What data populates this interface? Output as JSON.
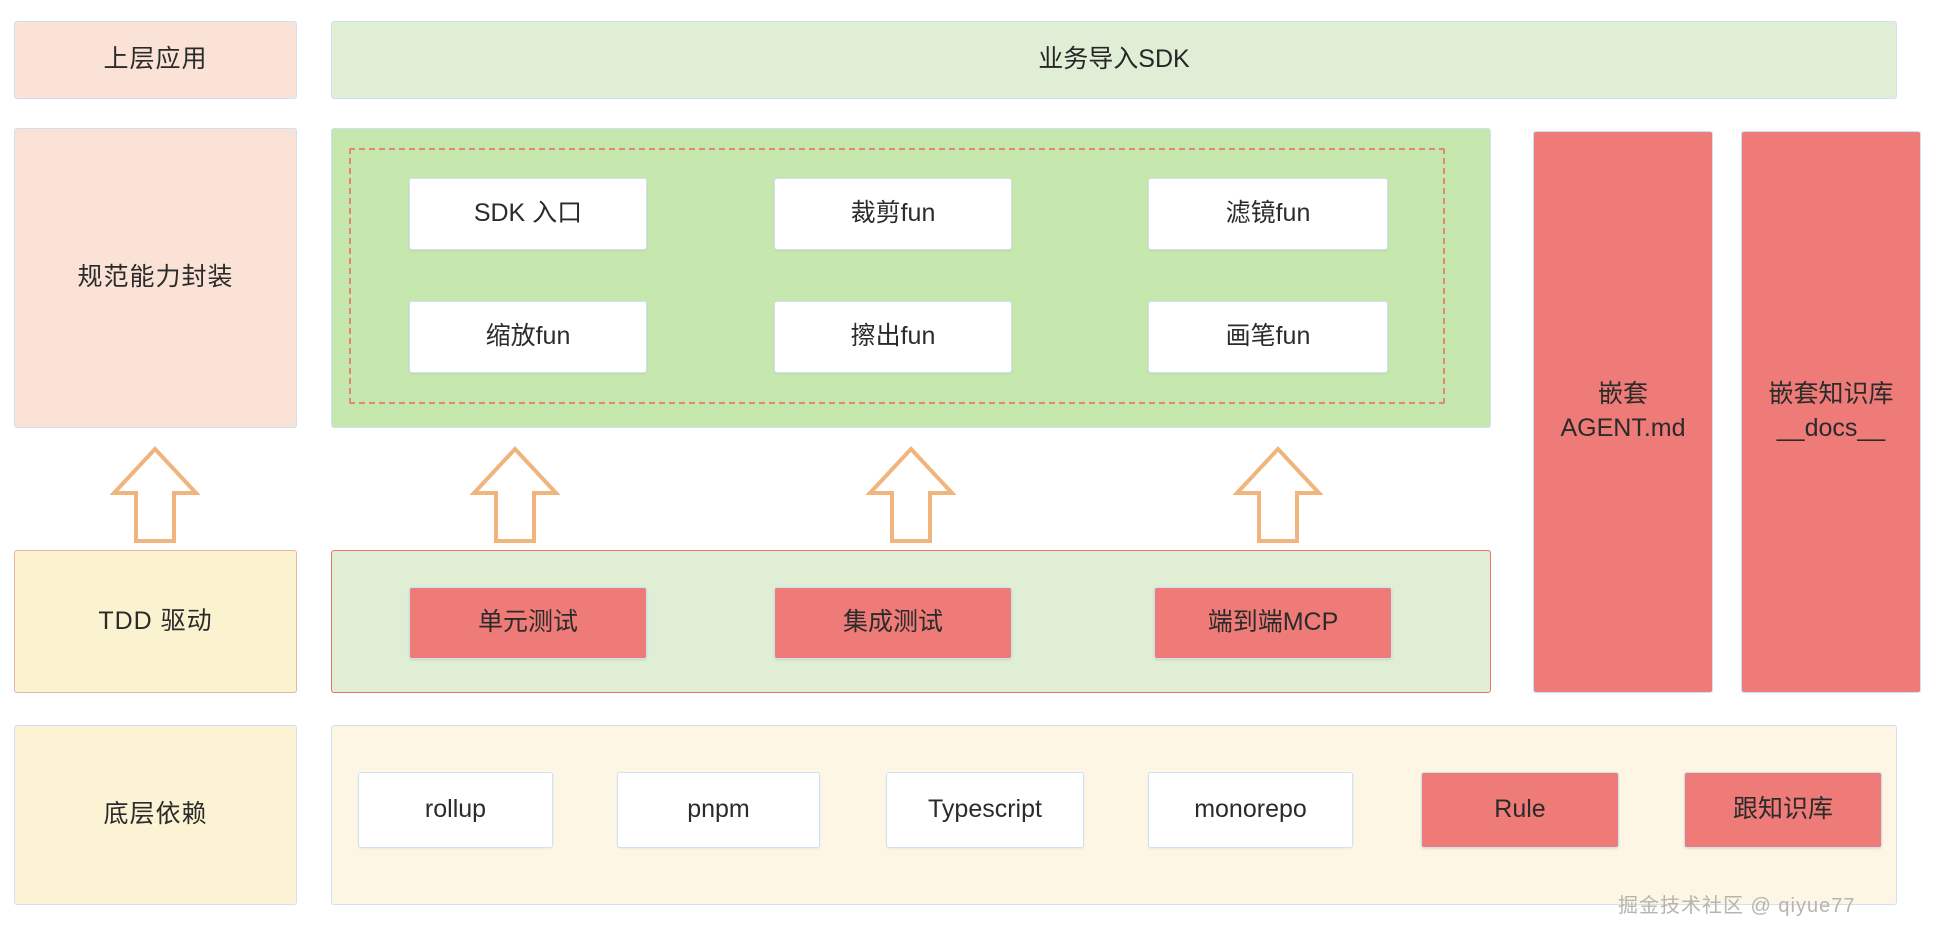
{
  "diagram": {
    "title_watermark": "掘金技术社区 @ qiyue77",
    "layers": [
      {
        "id": "app",
        "label": "上层应用"
      },
      {
        "id": "capability",
        "label": "规范能力封装"
      },
      {
        "id": "tdd",
        "label": "TDD 驱动"
      },
      {
        "id": "base",
        "label": "底层依赖"
      }
    ],
    "banners": {
      "sdk_import": "业务导入SDK"
    },
    "capability_functions": [
      {
        "label": "SDK 入口"
      },
      {
        "label": "裁剪fun"
      },
      {
        "label": "滤镜fun"
      },
      {
        "label": "缩放fun"
      },
      {
        "label": "擦出fun"
      },
      {
        "label": "画笔fun"
      }
    ],
    "tests": [
      {
        "label": "单元测试"
      },
      {
        "label": "集成测试"
      },
      {
        "label": "端到端MCP"
      }
    ],
    "dependencies": [
      {
        "label": "rollup",
        "kind": "white"
      },
      {
        "label": "pnpm",
        "kind": "white"
      },
      {
        "label": "Typescript",
        "kind": "white"
      },
      {
        "label": "monorepo",
        "kind": "white"
      },
      {
        "label": "Rule",
        "kind": "red"
      },
      {
        "label": "跟知识库",
        "kind": "red"
      }
    ],
    "side_panels": [
      {
        "label": "嵌套\nAGENT.md"
      },
      {
        "label": "嵌套知识库\n__docs__"
      }
    ],
    "colors": {
      "peach": "#fae3d6",
      "cream": "#fbf2d0",
      "green_light": "#dfeed5",
      "green_mid": "#c6e7ae",
      "red": "#ee7b77",
      "border_blue": "#cfe0f4",
      "dashed_orange": "#e08a72",
      "arrow_stroke": "#f0b47c"
    },
    "arrow_count": 4
  }
}
